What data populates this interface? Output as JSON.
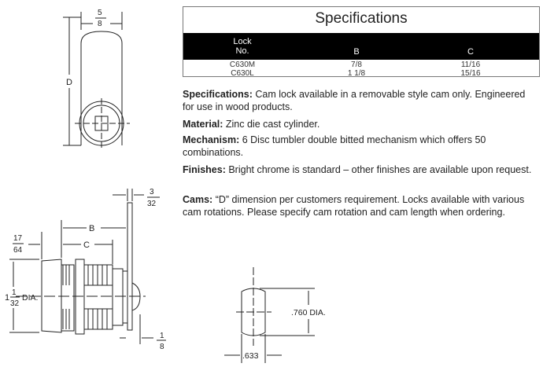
{
  "table": {
    "title": "Specifications",
    "headers": [
      "Lock No.",
      "B",
      "C"
    ],
    "rows": [
      {
        "lock": "C630M",
        "b": "7/8",
        "c": "11/16"
      },
      {
        "lock": "C630L",
        "b": "1 1/8",
        "c": "15/16"
      }
    ]
  },
  "paragraphs": [
    {
      "label": "Specifications:",
      "text": " Cam lock available in a removable style cam only. Engineered for use in wood products."
    },
    {
      "label": "Material:",
      "text": " Zinc die cast cylinder."
    },
    {
      "label": "Mechanism:",
      "text": " 6 Disc tumbler double bitted mechanism which offers 50 combinations."
    },
    {
      "label": "Finishes:",
      "text": " Bright chrome is standard – other finishes are available upon request."
    },
    {
      "label": "Cams:",
      "text": " “D” dimension per customers requirement. Locks available with various cam rotations. Please specify cam rotation and cam length when ordering."
    }
  ],
  "drawing": {
    "front": {
      "width_num": "5",
      "width_den": "8",
      "d_label": "D"
    },
    "side": {
      "plate_num": "3",
      "plate_den": "32",
      "b_label": "B",
      "c_label": "C",
      "bezel_num": "17",
      "bezel_den": "64",
      "dia_whole": "1",
      "dia_num": "1",
      "dia_den": "32",
      "dia_suffix": "DIA.",
      "tail_num": "1",
      "tail_den": "8"
    },
    "cam_hole": {
      "dia_label": ".760 DIA.",
      "flat_label": ".633"
    }
  }
}
